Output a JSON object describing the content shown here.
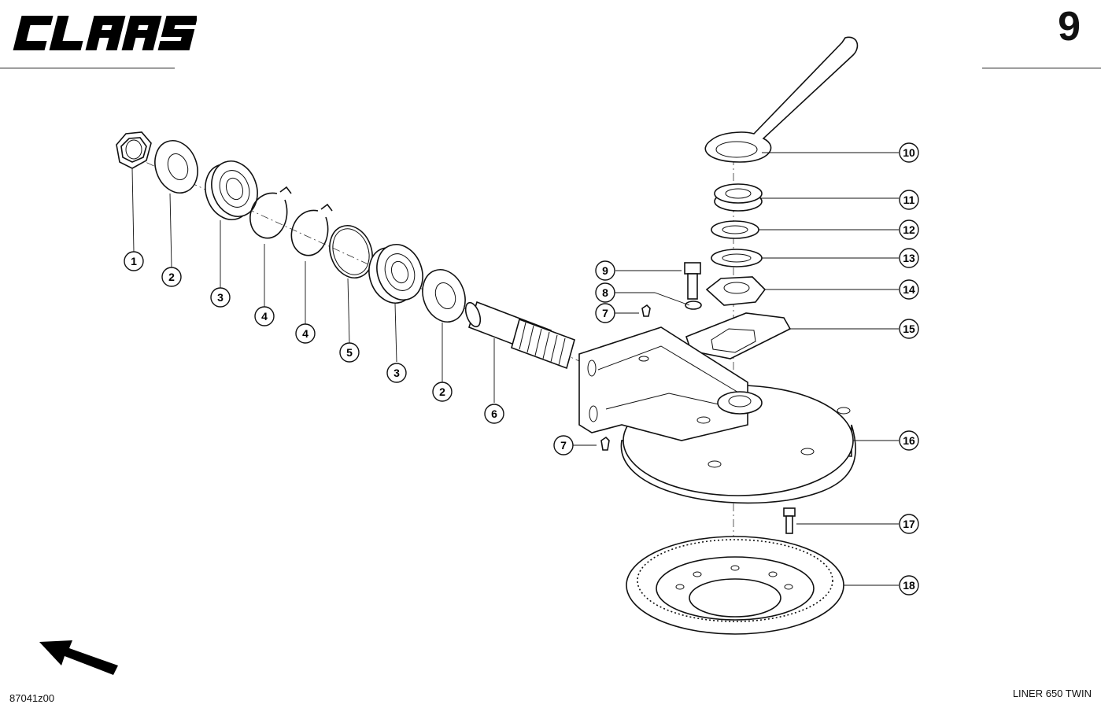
{
  "header": {
    "brand_label": "CLAAS",
    "page_number": "9"
  },
  "footer": {
    "figure_code": "87041z00",
    "model": "LINER 650 TWIN"
  },
  "callouts": [
    {
      "id": "c1a",
      "label": "1"
    },
    {
      "id": "c2a",
      "label": "2"
    },
    {
      "id": "c3a",
      "label": "3"
    },
    {
      "id": "c4a",
      "label": "4"
    },
    {
      "id": "c4b",
      "label": "4"
    },
    {
      "id": "c5a",
      "label": "5"
    },
    {
      "id": "c3b",
      "label": "3"
    },
    {
      "id": "c2b",
      "label": "2"
    },
    {
      "id": "c6a",
      "label": "6"
    },
    {
      "id": "c9a",
      "label": "9"
    },
    {
      "id": "c8a",
      "label": "8"
    },
    {
      "id": "c7a",
      "label": "7"
    },
    {
      "id": "c7b",
      "label": "7"
    },
    {
      "id": "c10",
      "label": "10"
    },
    {
      "id": "c11",
      "label": "11"
    },
    {
      "id": "c12",
      "label": "12"
    },
    {
      "id": "c13",
      "label": "13"
    },
    {
      "id": "c14",
      "label": "14"
    },
    {
      "id": "c15",
      "label": "15"
    },
    {
      "id": "c16",
      "label": "16"
    },
    {
      "id": "c17",
      "label": "17"
    },
    {
      "id": "c18",
      "label": "18"
    }
  ]
}
